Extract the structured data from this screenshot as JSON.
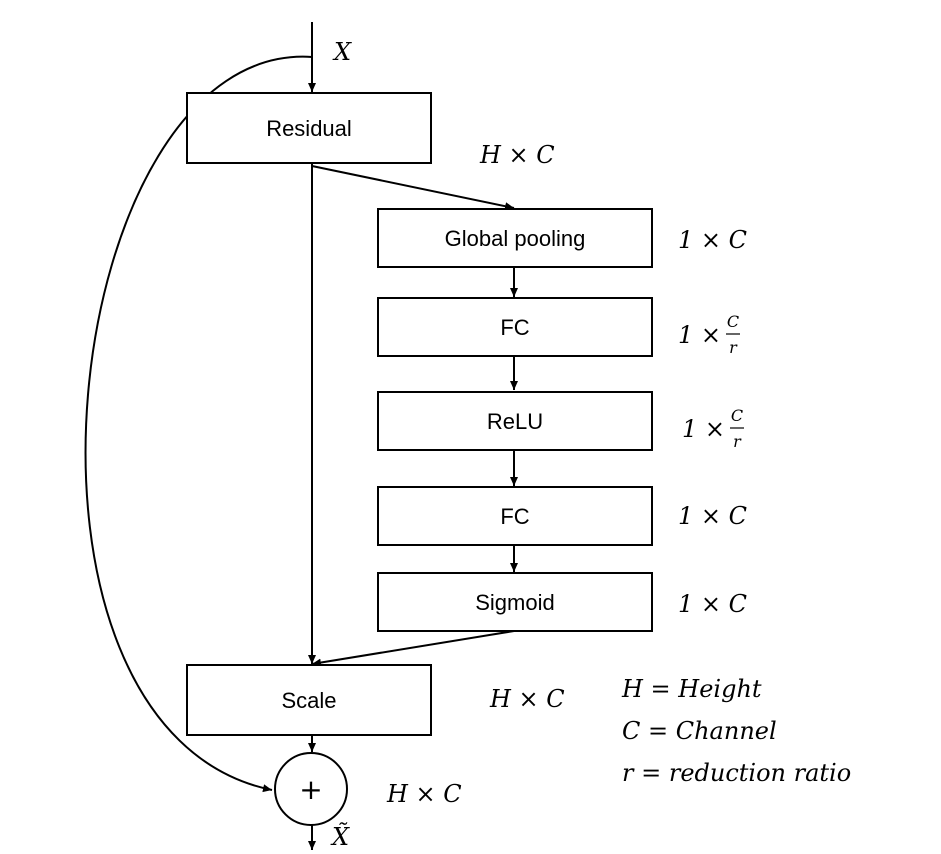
{
  "input_label": "X",
  "output_label": "X̃",
  "boxes": {
    "residual": "Residual",
    "global_pooling": "Global pooling",
    "fc1": "FC",
    "relu": "ReLU",
    "fc2": "FC",
    "sigmoid": "Sigmoid",
    "scale": "Scale"
  },
  "dims": {
    "residual_out": "H × C",
    "global_pooling": "1 × C",
    "fc1": {
      "prefix": "1 ×",
      "num": "C",
      "den": "r"
    },
    "relu": {
      "prefix": "1 ×",
      "num": "C",
      "den": "r"
    },
    "fc2": "1 × C",
    "sigmoid": "1 × C",
    "scale": "H × C",
    "sum": "H × C"
  },
  "sum_symbol": "+",
  "legend": [
    "H = Height",
    "C = Channel",
    "r = reduction ratio"
  ]
}
